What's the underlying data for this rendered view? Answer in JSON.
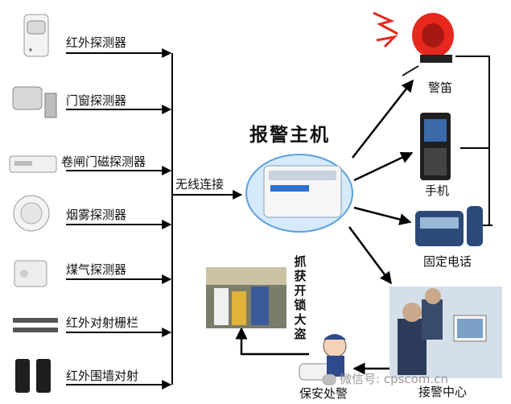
{
  "hub": {
    "title": "报警主机",
    "link_label": "无线连接"
  },
  "detectors": [
    {
      "label": "红外探测器",
      "icon": "pir-motion-sensor-icon"
    },
    {
      "label": "门窗探测器",
      "icon": "door-window-sensor-icon"
    },
    {
      "label": "卷闸门磁探测器",
      "icon": "rolling-door-sensor-icon"
    },
    {
      "label": "烟雾探测器",
      "icon": "smoke-detector-icon"
    },
    {
      "label": "煤气探测器",
      "icon": "gas-detector-icon"
    },
    {
      "label": "红外对射栅栏",
      "icon": "infrared-fence-icon"
    },
    {
      "label": "红外围墙对射",
      "icon": "infrared-beam-icon"
    }
  ],
  "outputs": {
    "siren": "警笛",
    "phone": "手机",
    "landline": "固定电话",
    "center": "接警中心"
  },
  "response": {
    "arrest": "抓获开锁大盗",
    "security": "保安处警"
  },
  "watermark": "微信号: cpscom.cn",
  "colors": {
    "wire": "#000000",
    "alarm_red": "#e8281e",
    "hub_blue": "#2f6fd0"
  }
}
